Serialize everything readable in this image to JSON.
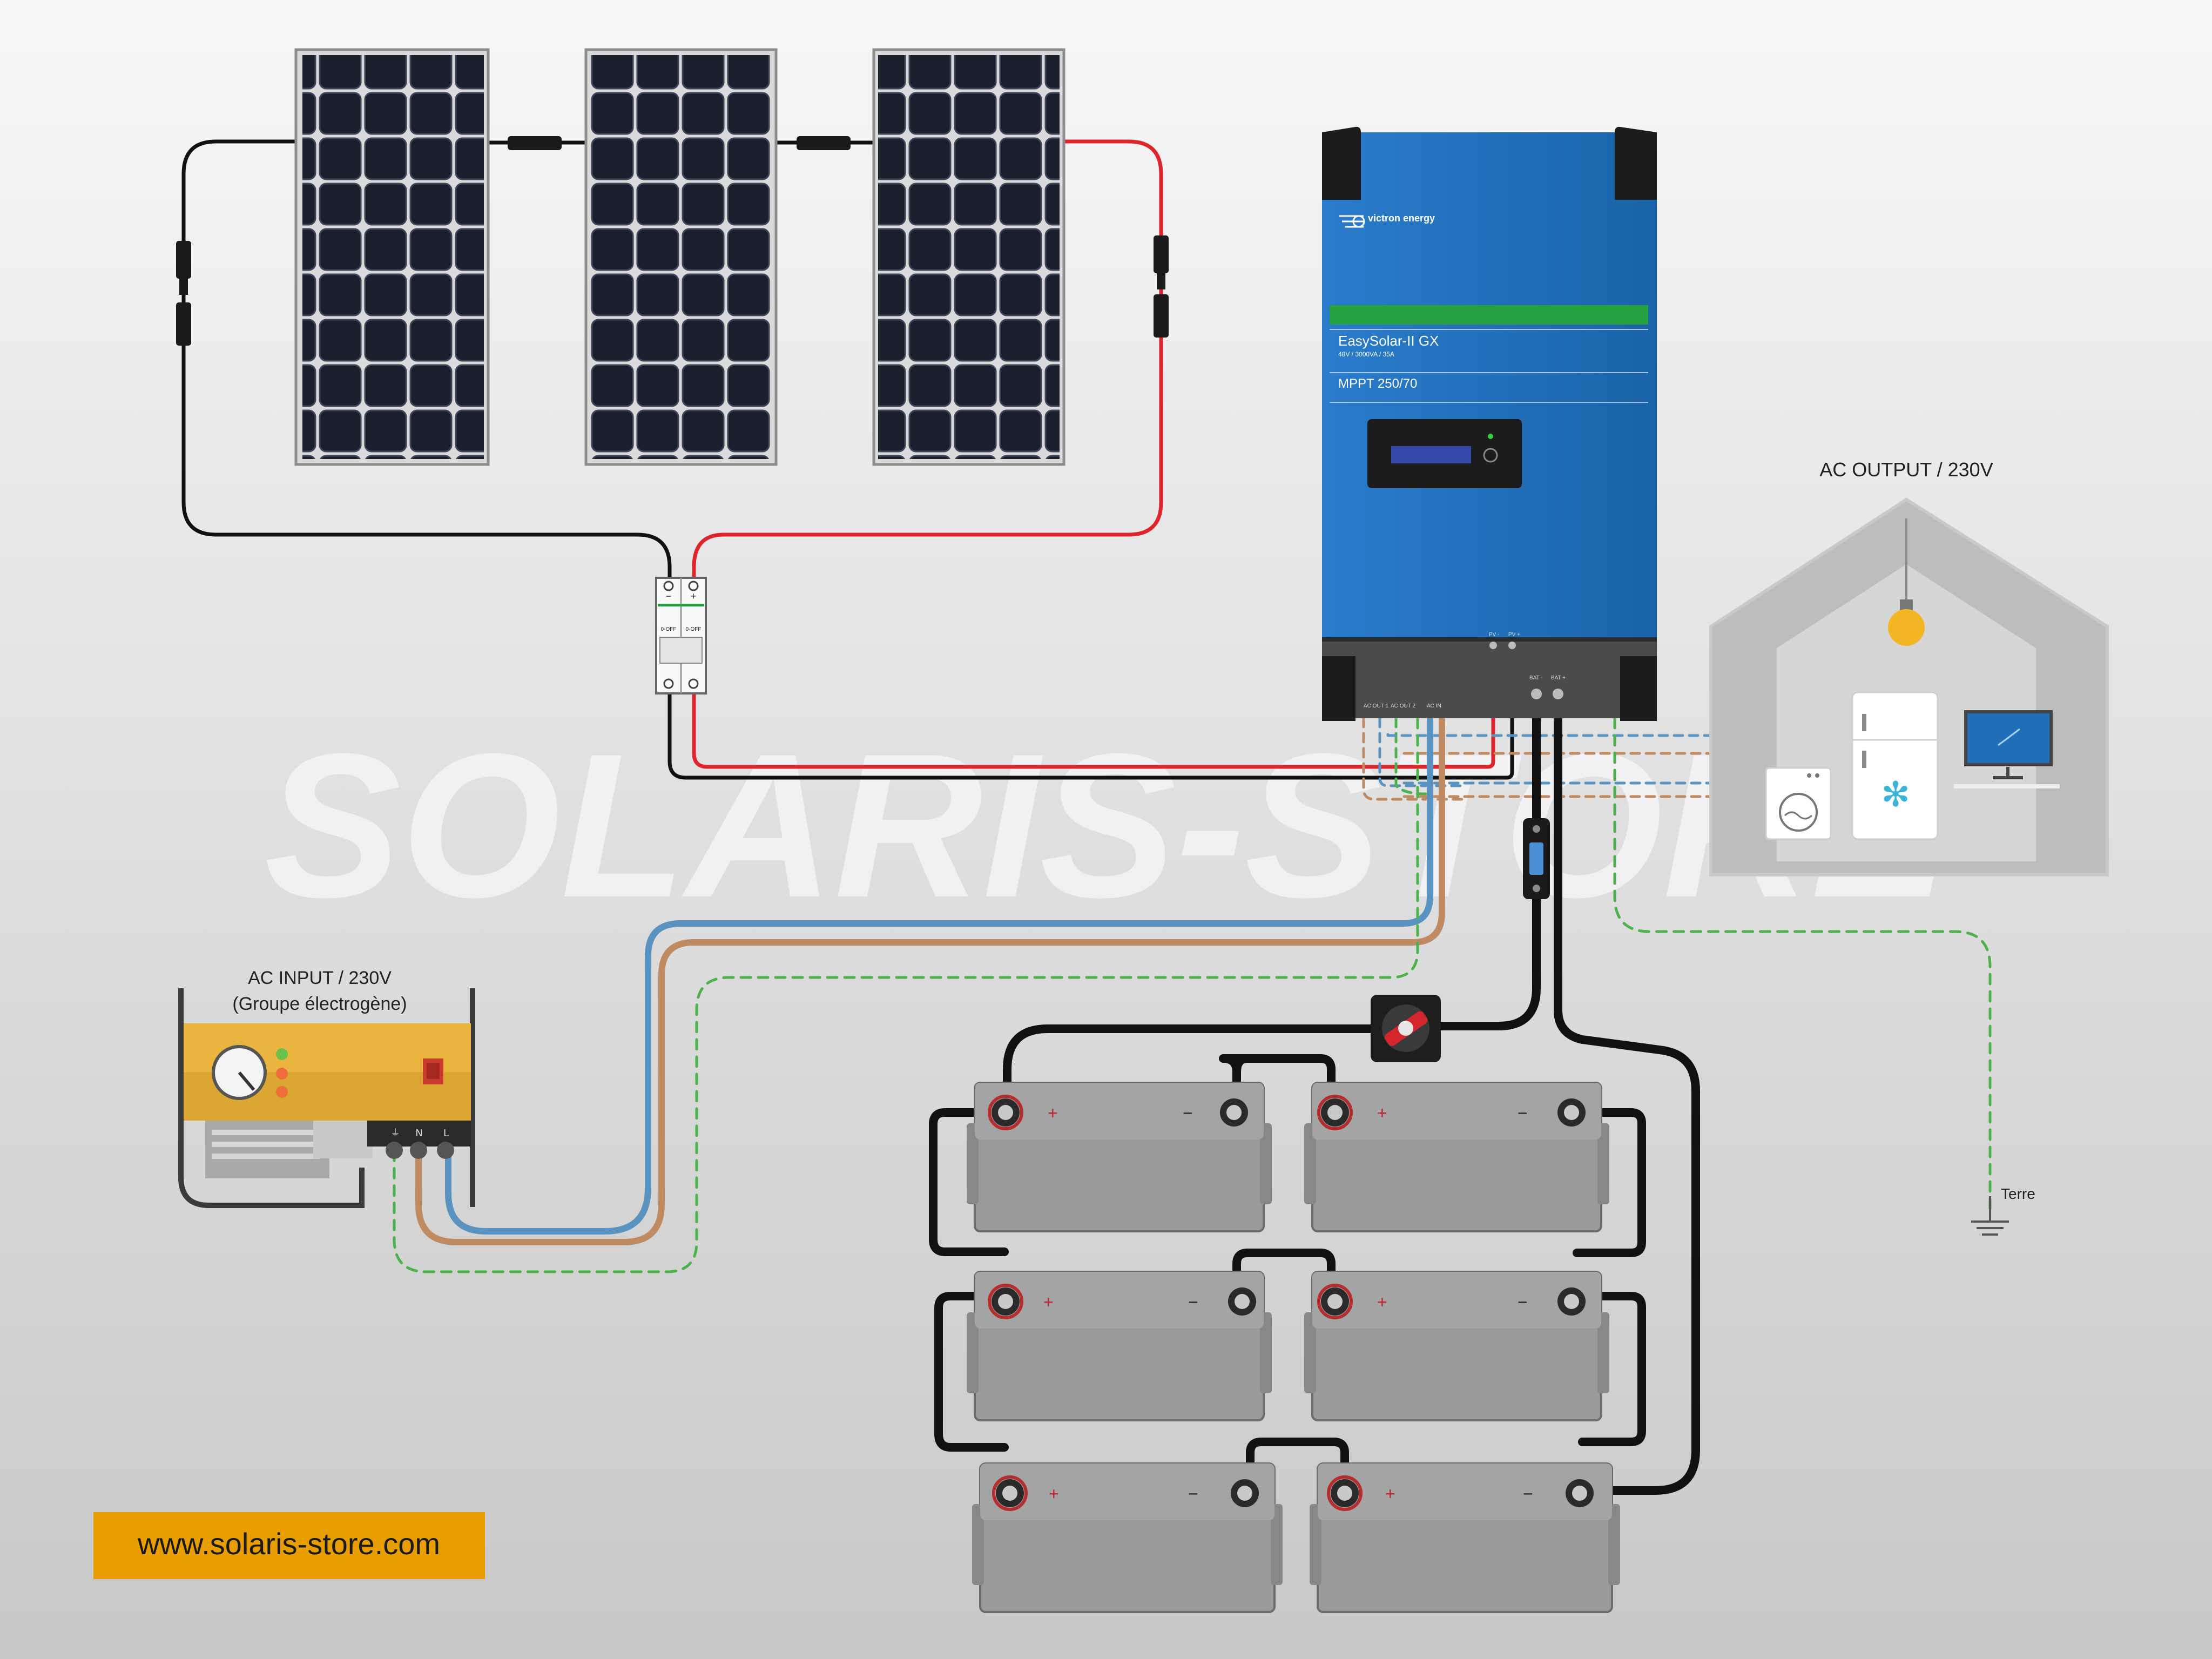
{
  "watermark": "SOLARIS-STORE",
  "inverter": {
    "brand": "victron energy",
    "model": "EasySolar-II GX",
    "spec": "48V / 3000VA / 35A",
    "mppt": "MPPT 250/70",
    "terminal_labels": [
      "AC OUT 1",
      "AC OUT 2",
      "AC IN"
    ],
    "pv_labels": [
      "PV -",
      "PV +"
    ],
    "bat_labels": [
      "BAT -",
      "BAT +"
    ]
  },
  "breaker": {
    "minus": "−",
    "plus": "+",
    "off_left": "0-OFF",
    "off_right": "0-OFF"
  },
  "ac_output": {
    "label": "AC OUTPUT / 230V"
  },
  "ac_input": {
    "line1": "AC INPUT / 230V",
    "line2": "(Groupe électrogène)"
  },
  "earth": {
    "label": "Terre"
  },
  "battery": {
    "plus": "+",
    "minus": "−",
    "count": 6
  },
  "footer": {
    "url": "www.solaris-store.com"
  },
  "colors": {
    "background_top": "#f7f7f7",
    "background_bottom": "#c9c9c9",
    "inverter_blue": "#1f6fb8",
    "inverter_green": "#27a243",
    "wire_red": "#e0242b",
    "wire_black": "#111111",
    "wire_blue": "#5a93bf",
    "wire_brown": "#bf8b62",
    "wire_green_dashed": "#4cb34c",
    "generator_yellow": "#e9b53f",
    "url_badge": "#e89e00",
    "battery_grey": "#9a9a9a"
  }
}
